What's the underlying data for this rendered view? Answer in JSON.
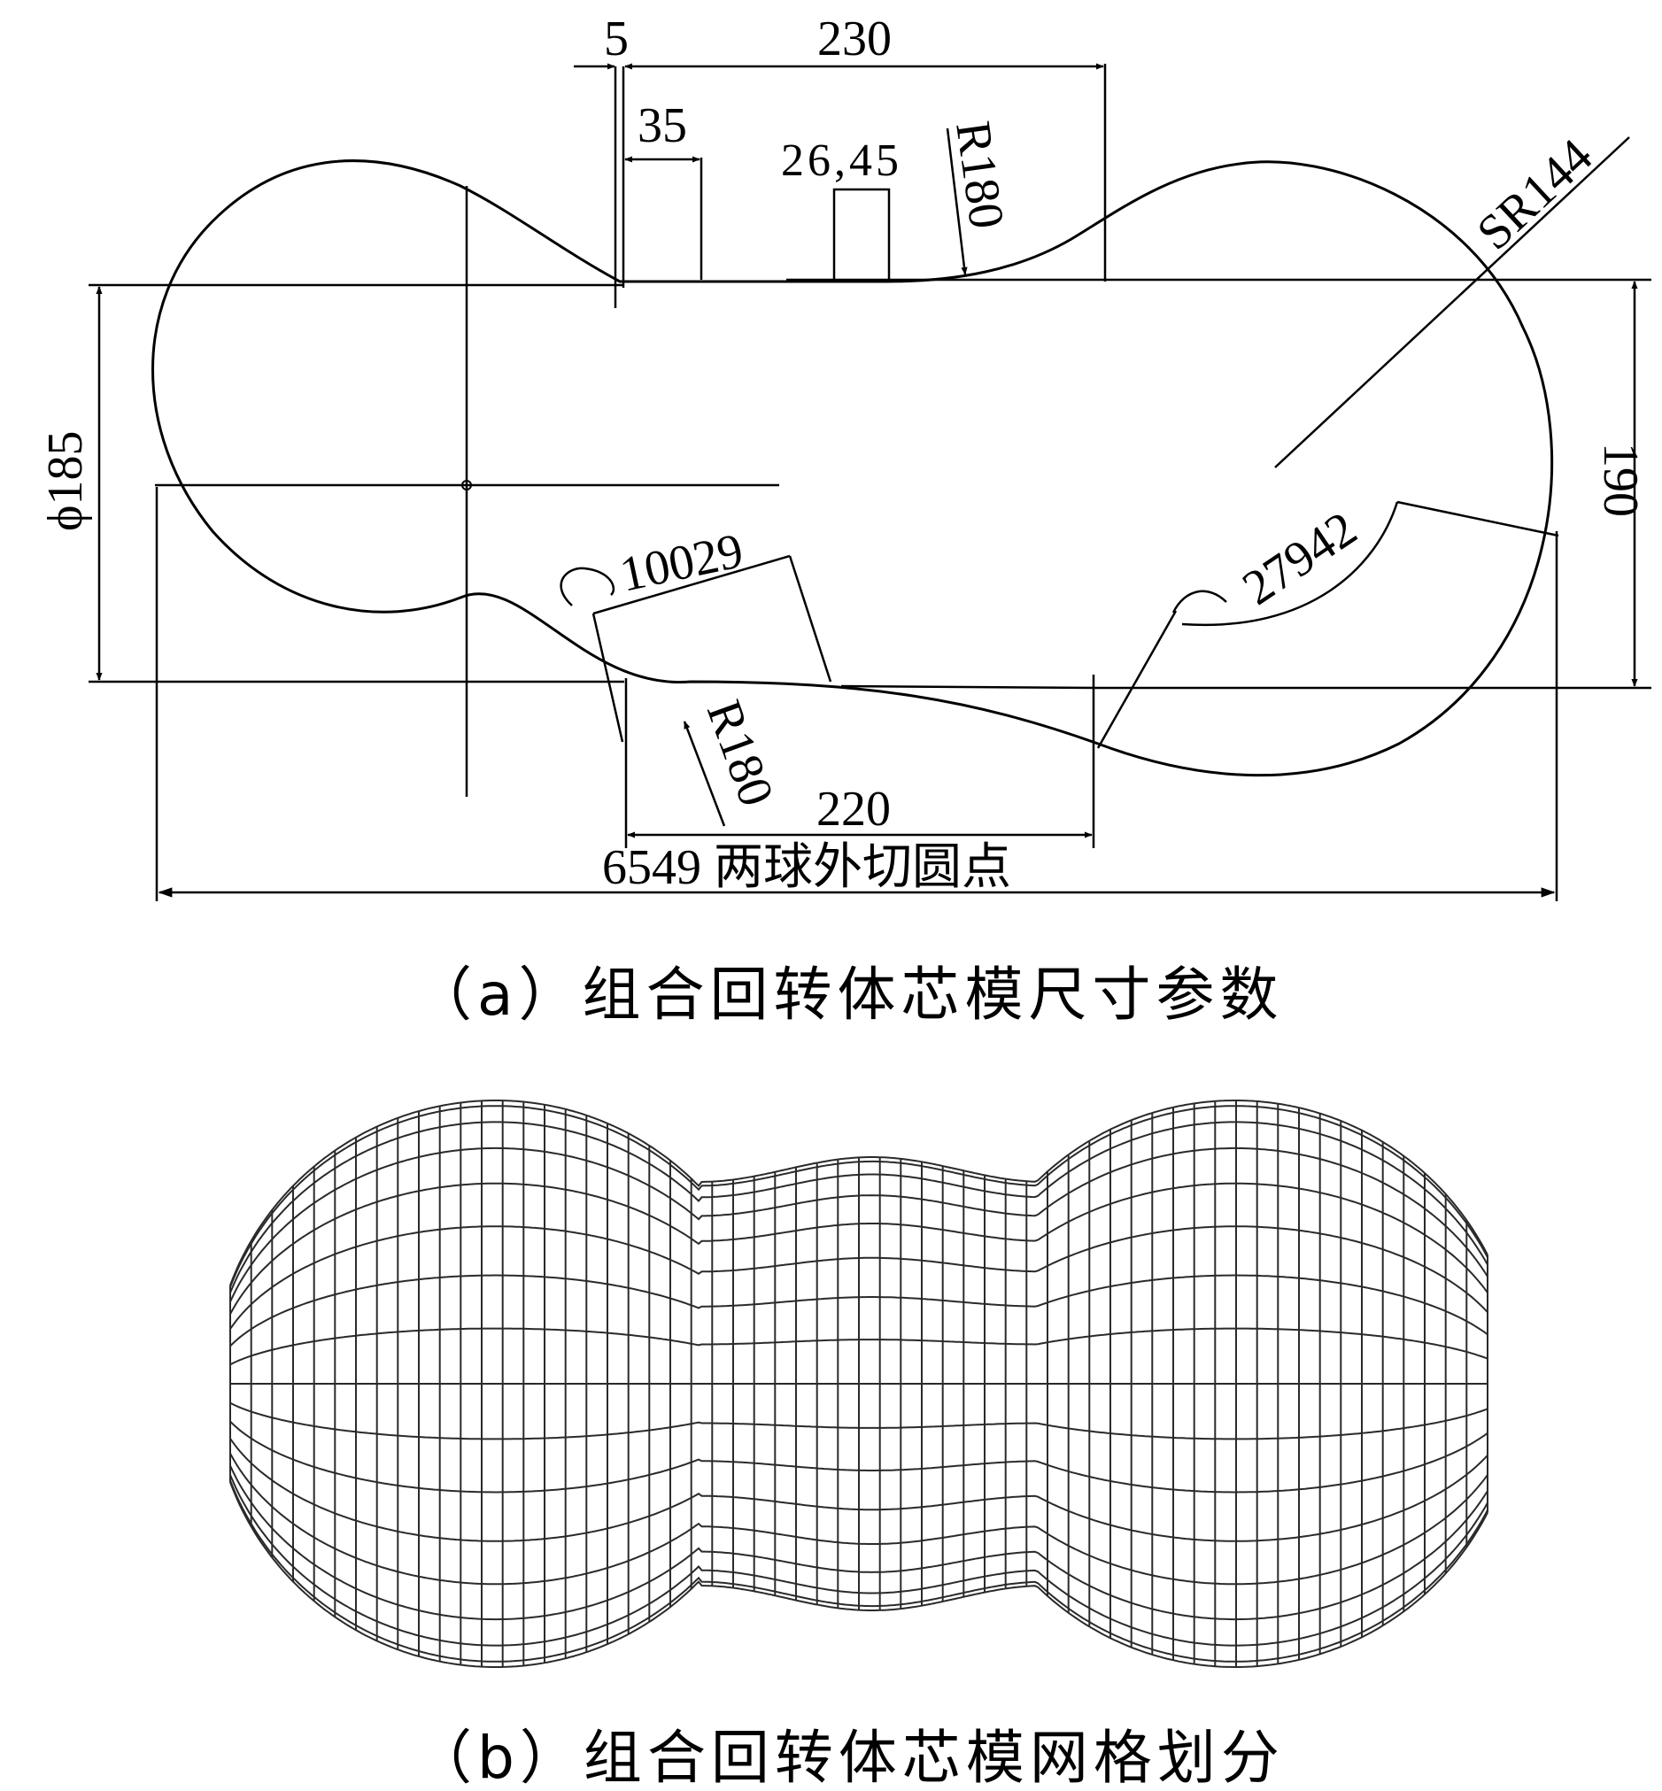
{
  "diagram_a": {
    "dimensions": {
      "d5": "5",
      "d230": "230",
      "d35": "35",
      "d2645": "26,45",
      "r180_top": "R180",
      "sr144": "SR144",
      "phi185": "ϕ185",
      "d190": "190",
      "d10029": "10029",
      "d27942": "27942",
      "r180_bottom": "R180",
      "d220": "220",
      "overall": "6549 两球外切圆点"
    },
    "caption": "（a）组合回转体芯模尺寸参数"
  },
  "diagram_b": {
    "caption": "（b）组合回转体芯模网格划分",
    "mesh": {
      "meridians": 60,
      "parallels": 16
    }
  }
}
